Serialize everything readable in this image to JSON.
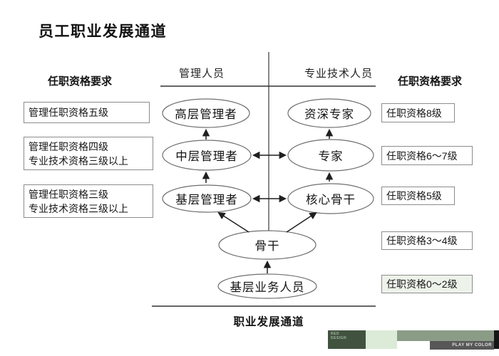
{
  "title": "员工职业发展通道",
  "left_panel": {
    "header": "任职资格要求",
    "boxes": [
      {
        "lines": [
          "管理任职资格五级"
        ]
      },
      {
        "lines": [
          "管理任职资格四级",
          "专业技术资格三级以上"
        ]
      },
      {
        "lines": [
          "管理任职资格三级",
          "专业技术资格三级以上"
        ]
      }
    ]
  },
  "right_panel": {
    "header": "任职资格要求",
    "boxes": [
      "任职资格8级",
      "任职资格6～7级",
      "任职资格5级",
      "任职资格3～4级",
      "任职资格0～2级"
    ]
  },
  "diagram": {
    "column_headers": {
      "management": "管理人员",
      "professional": "专业技术人员"
    },
    "management_nodes": [
      "高层管理者",
      "中层管理者",
      "基层管理者"
    ],
    "professional_nodes": [
      "资深专家",
      "专家",
      "核心骨干"
    ],
    "shared_nodes": [
      "骨干",
      "基层业务人员"
    ],
    "bottom_label": "职业发展通道"
  },
  "footer": {
    "brand_line1": "RED",
    "brand_line2": "DESIGN",
    "tagline": "PLAY MY COLOR"
  },
  "colors": {
    "line": "#1f1f1f",
    "ellipse_stroke": "#6f6f6f",
    "box_border": "#8c8c8c",
    "highlight_box_bg": "#edf3ea",
    "footer_dark_green": "#41533f",
    "footer_light_green": "#dcead8",
    "footer_sage": "#8b9c86",
    "footer_gray": "#575757",
    "footer_black": "#161616"
  }
}
